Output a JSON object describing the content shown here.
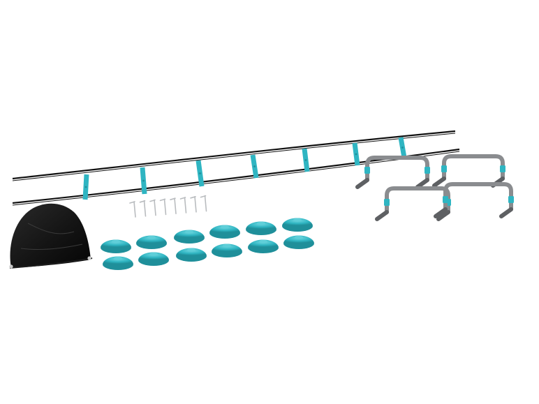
{
  "product": {
    "items": [
      {
        "id": "agility-ladder",
        "count": 1
      },
      {
        "id": "drawstring-bag",
        "count": 1
      },
      {
        "id": "ground-pegs",
        "count": 8
      },
      {
        "id": "disc-cones",
        "count": 12
      },
      {
        "id": "adjustable-hurdles",
        "count": 4
      }
    ]
  },
  "colors": {
    "background": "#ffffff",
    "accent_teal": "#2fb5c2",
    "accent_teal_dark": "#1f8f9a",
    "accent_teal_light": "#5fcfd9",
    "strap_black": "#111111",
    "bag_black": "#141414",
    "hurdle_grey": "#8a8c8f",
    "hurdle_grey_dark": "#5e6063",
    "peg_silver": "#b9bcbf"
  }
}
